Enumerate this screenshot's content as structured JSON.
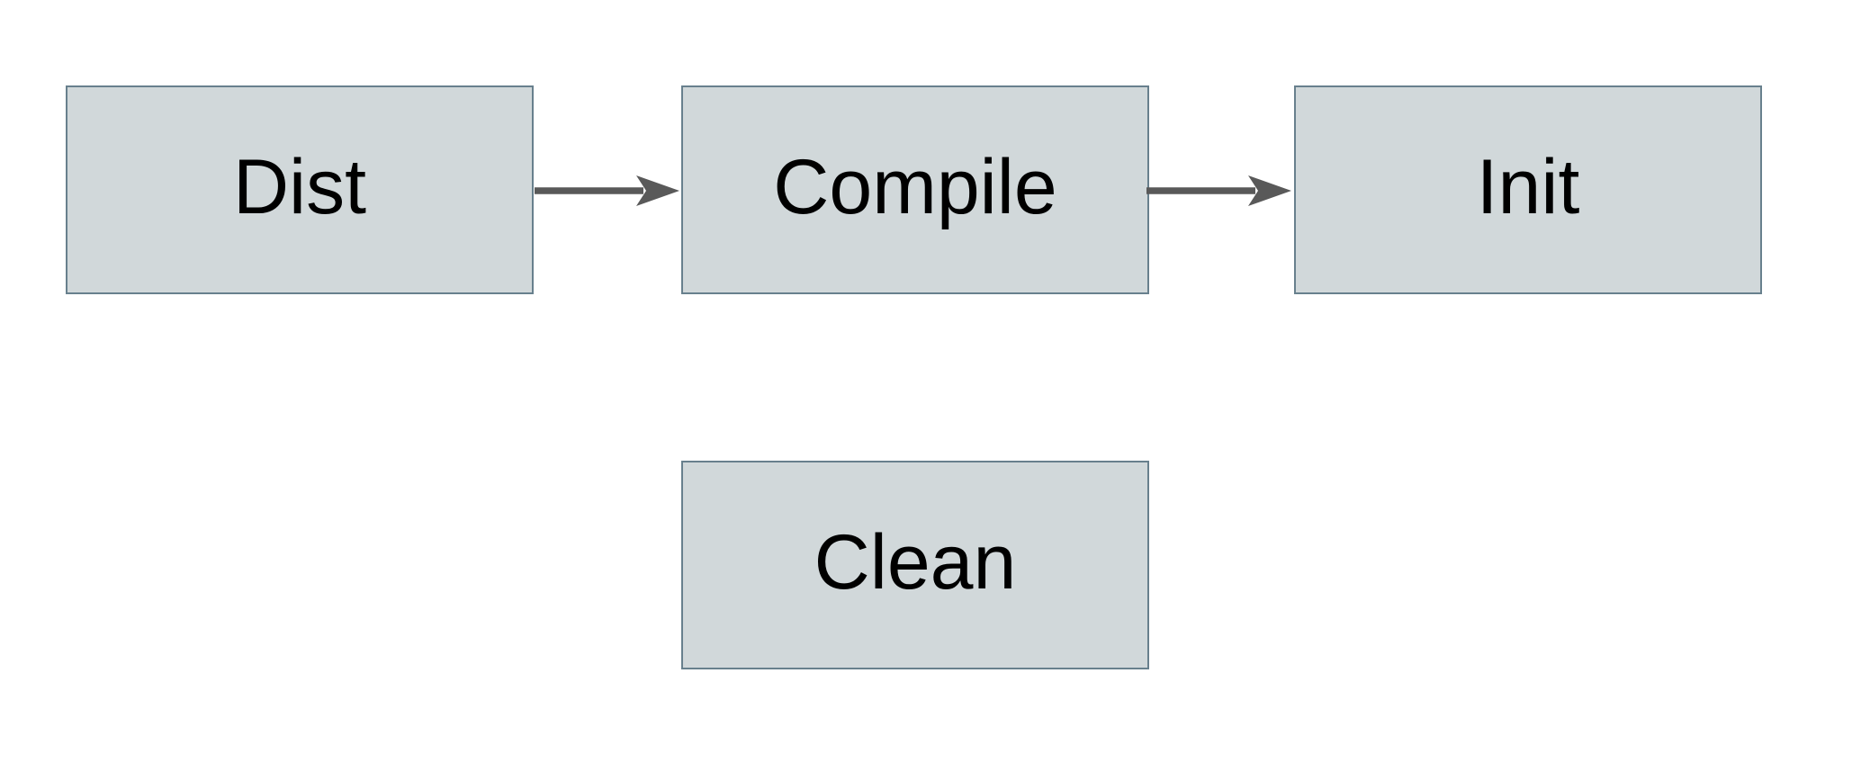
{
  "diagram": {
    "title": "",
    "nodes": [
      {
        "id": "dist",
        "label": "Dist"
      },
      {
        "id": "compile",
        "label": "Compile"
      },
      {
        "id": "init",
        "label": "Init"
      },
      {
        "id": "clean",
        "label": "Clean"
      }
    ],
    "edges": [
      {
        "from": "dist",
        "to": "compile"
      },
      {
        "from": "compile",
        "to": "init"
      }
    ]
  },
  "colors": {
    "node_fill": "#d1d8da",
    "node_border": "#68808d",
    "arrow": "#595959",
    "text": "#000000",
    "background": "#ffffff"
  }
}
